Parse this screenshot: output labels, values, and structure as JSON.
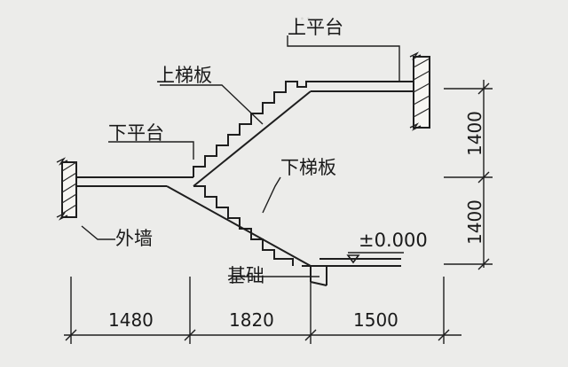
{
  "labels": {
    "upper_landing": "上平台",
    "upper_flight": "上梯板",
    "lower_landing": "下平台",
    "lower_flight": "下梯板",
    "outer_wall": "外墙",
    "elevation": "±0.000",
    "foundation": "基础"
  },
  "dimensions": {
    "horizontal": [
      "1480",
      "1820",
      "1500"
    ],
    "vertical": [
      "1400",
      "1400"
    ]
  }
}
